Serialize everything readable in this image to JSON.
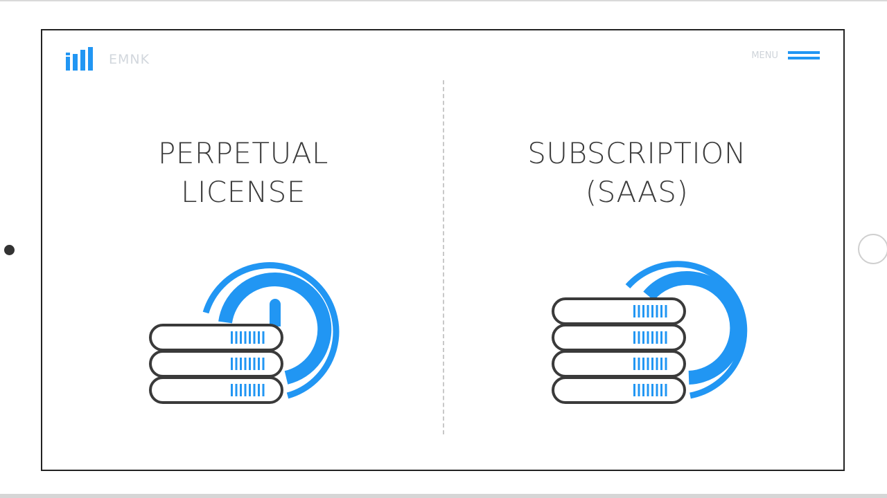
{
  "header": {
    "brand": "EMNK",
    "nav_text": "MENU"
  },
  "options": [
    {
      "id": "perpetual",
      "title_lines": [
        "PERPETUAL",
        "LICENSE"
      ],
      "icon": "server-stack-with-gauge-icon",
      "disks": 3
    },
    {
      "id": "subscription",
      "title_lines": [
        "SUBSCRIPTION",
        "(SAAS)"
      ],
      "icon": "server-stack-with-gauge-icon",
      "disks": 4
    }
  ],
  "colors": {
    "accent": "#2196f3",
    "stroke": "#3a3a3a",
    "frame": "#222222",
    "divider": "#c8c8c8"
  }
}
